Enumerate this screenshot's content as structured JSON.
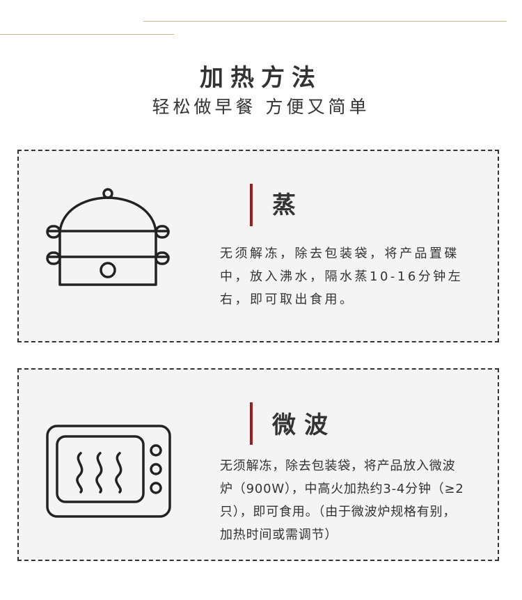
{
  "header": {
    "title": "加热方法",
    "subtitle": "轻松做早餐 方便又简单"
  },
  "methods": [
    {
      "name": "蒸",
      "icon": "steamer-icon",
      "lines": [
        "无须解冻，除去包装袋，将产品置碟",
        "中，放入沸水，隔水蒸10-16分钟左",
        "右，即可取出食用。"
      ]
    },
    {
      "name": "微波",
      "icon": "microwave-icon",
      "lines": [
        "无须解冻，除去包装袋，将产品放入微波",
        "炉（900W），中高火加热约3-4分钟（≥2",
        "只），即可食用。（由于微波炉规格有别，",
        "加热时间或需调节）"
      ]
    }
  ],
  "colors": {
    "accent": "#a11d1d",
    "gold_line": "#c9b58a",
    "card_bg": "#f4f4f4",
    "text": "#333333"
  }
}
